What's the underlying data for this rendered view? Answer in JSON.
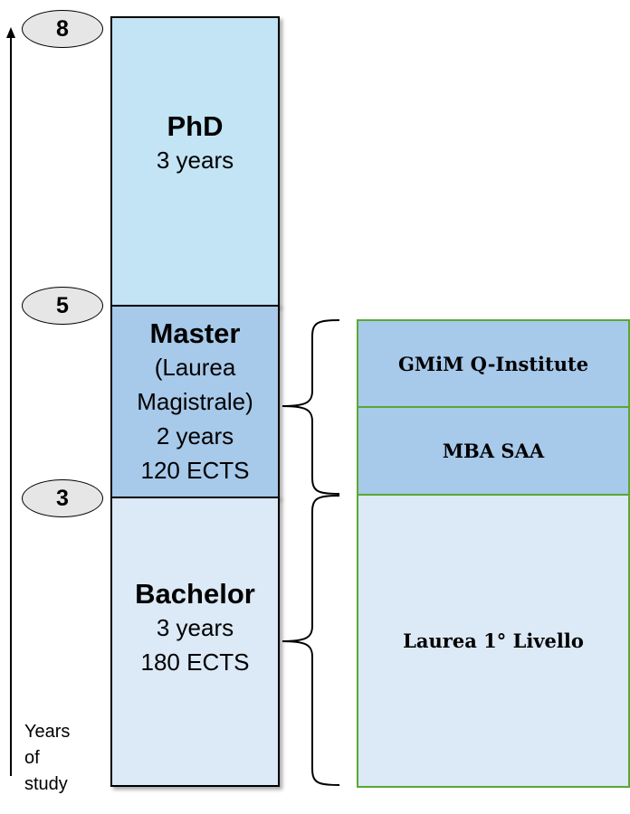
{
  "levels": [
    {
      "title": "PhD",
      "lines": [
        "3 years"
      ]
    },
    {
      "title": "Master",
      "lines": [
        "(Laurea",
        "Magistrale)",
        "2 years",
        "120 ECTS"
      ]
    },
    {
      "title": "Bachelor",
      "lines": [
        "3 years",
        "180 ECTS"
      ]
    }
  ],
  "markers": [
    "8",
    "5",
    "3"
  ],
  "programs": [
    "GMiM Q-Institute",
    "MBA SAA",
    "Laurea 1° Livello"
  ],
  "axis": {
    "label_lines": [
      "Years",
      "of",
      "study"
    ]
  },
  "colors": {
    "phd": "#c2e4f4",
    "master": "#a7c9ea",
    "bachelor": "#dce9f6",
    "program_border": "#5aa832"
  }
}
